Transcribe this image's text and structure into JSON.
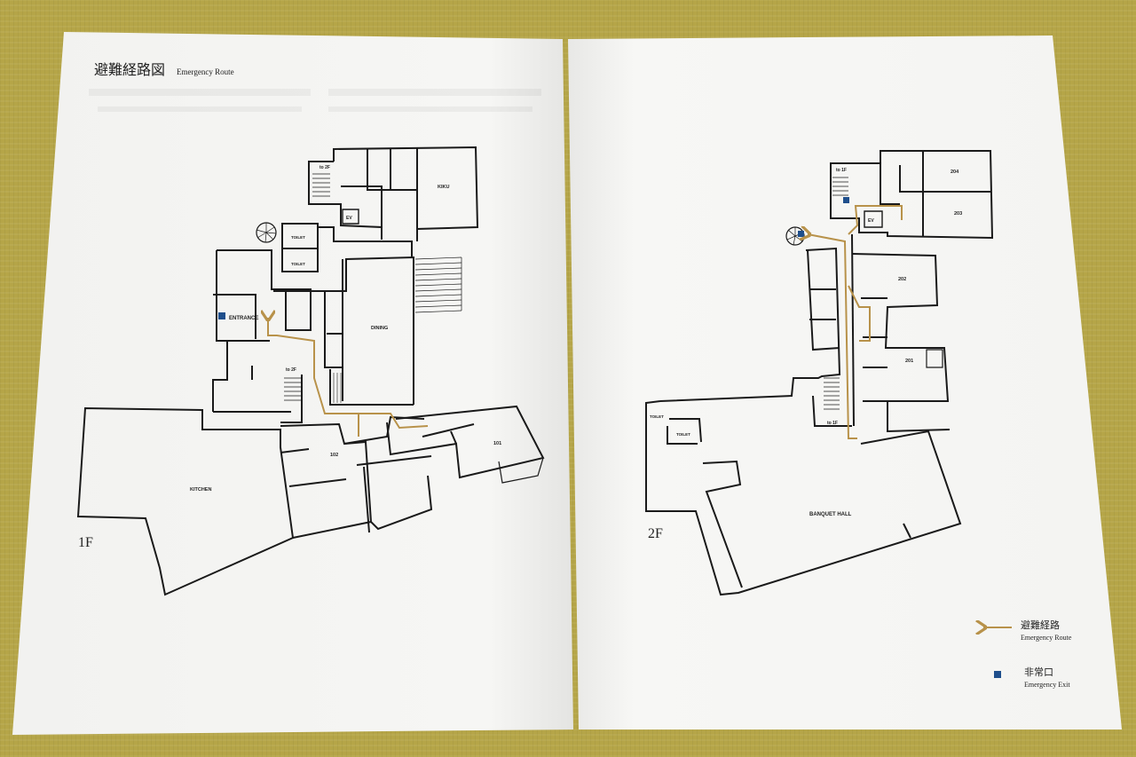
{
  "page_left": {
    "title_jp": "避難経路図",
    "title_en": "Emergency Route",
    "floor_label": "1F",
    "rooms": {
      "kiku": "KIKU",
      "dining": "DINING",
      "kitchen": "KITCHEN",
      "entrance": "ENTRANCE",
      "room_101": "101",
      "room_102": "102",
      "toilet_a": "TOILET",
      "toilet_b": "TOILET",
      "ev": "EV",
      "stairs_top": "to 2F",
      "stairs_mid": "to 2F"
    }
  },
  "page_right": {
    "floor_label": "2F",
    "rooms": {
      "room_204": "204",
      "room_203": "203",
      "room_202": "202",
      "room_201": "201",
      "banquet": "BANQUET HALL",
      "toilet_a": "TOILET",
      "toilet_b": "TOILET",
      "ev": "EV",
      "stairs_top": "to 1F",
      "stairs_bottom": "to 1F"
    },
    "legend": {
      "route_jp": "避難経路",
      "route_en": "Emergency Route",
      "exit_jp": "非常口",
      "exit_en": "Emergency Exit"
    }
  },
  "colors": {
    "route": "#b8924a",
    "exit": "#1f4f8c",
    "wall": "#1a1a1a",
    "paper": "#f7f7f5",
    "mat": "#b5a548"
  }
}
